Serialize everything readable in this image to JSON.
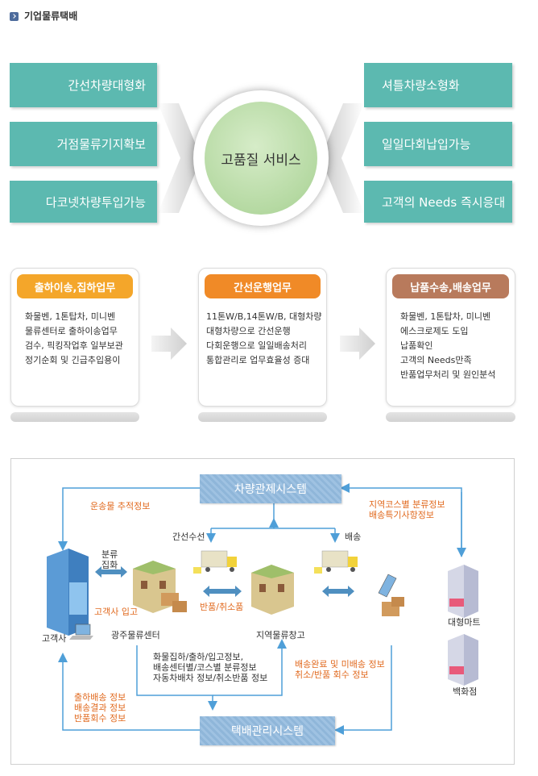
{
  "header": {
    "title": "기업물류택배"
  },
  "services": {
    "left": [
      "간선차량대형화",
      "거점물류기지확보",
      "다코넷차량투입가능"
    ],
    "right": [
      "셔틀차량소형화",
      "일일다회납입가능",
      "고객의 Needs 즉시응대"
    ],
    "center": "고품질 서비스"
  },
  "process": [
    {
      "title": "출하이송,집하업무",
      "color": "#f4a62a",
      "lines": [
        "화물벤, 1톤탑차, 미니벤",
        "물류센터로 출하이송업무",
        "검수, 픽킹작업후 일부보관",
        "정기순회 및 긴급추입용이"
      ]
    },
    {
      "title": "간선운행업무",
      "color": "#f08a27",
      "lines": [
        "11톤W/B,14톤W/B, 대형차량",
        "대형차량으로 간선운행",
        "다회운행으로 일일배송처리",
        "통합관리로 업무효율성 증대"
      ]
    },
    {
      "title": "납품수송,배송업무",
      "color": "#b87a5c",
      "lines": [
        "화물벤, 1톤탑차, 미니벤",
        "에스크로제도 도입",
        "납품확인",
        "고객의 Needs만족",
        "반품업무처리 및 원인분석"
      ]
    }
  ],
  "system": {
    "top_system": "차량관제시스템",
    "bottom_system": "택배관리시스템",
    "labels": {
      "trunk": "간선수선",
      "delivery": "배송",
      "classify": [
        "분류",
        "집화"
      ],
      "customer_in": "고객사 입고",
      "returns": "반품/취소품",
      "customer": "고객사",
      "gwangju": "광주물류센터",
      "regional": "지역물류창고",
      "mart": "대형마트",
      "dept": "백화점"
    },
    "orange_notes": {
      "tracking": [
        "운송물 추적정보"
      ],
      "region_course": [
        "지역코스별 분류정보",
        "배송특기사항정보"
      ],
      "delivery_done": [
        "배송완료 및 미배송 정보",
        "취소/반품 회수 정보"
      ],
      "ship_info": [
        "출하배송 정보",
        "배송결과 정보",
        "반품회수 정보"
      ]
    },
    "center_notes": [
      "화물집하/출하/입고정보,",
      "배송센터별/코스별 분류정보",
      "자동차배차 정보/취소반품 정보"
    ]
  }
}
